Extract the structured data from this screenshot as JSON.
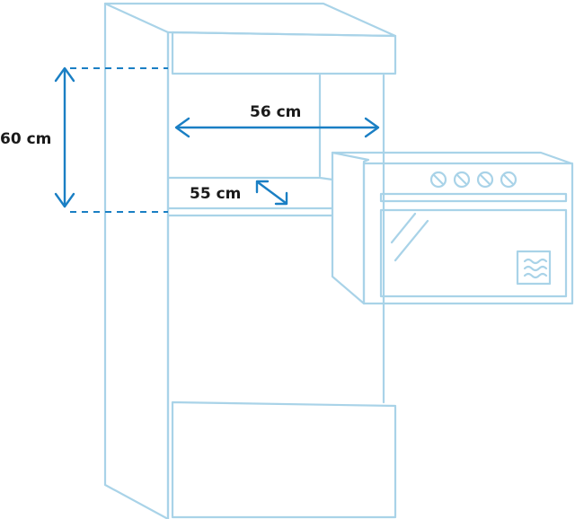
{
  "dimensions": {
    "height_label": "60 cm",
    "width_label": "56 cm",
    "depth_label": "55 cm"
  },
  "colors": {
    "outline": "#a9d3e8",
    "dimension": "#1a7fc4",
    "text": "#1a1a1a"
  },
  "oven": {
    "knob_count": 4,
    "icon": "steam-waves-icon"
  }
}
